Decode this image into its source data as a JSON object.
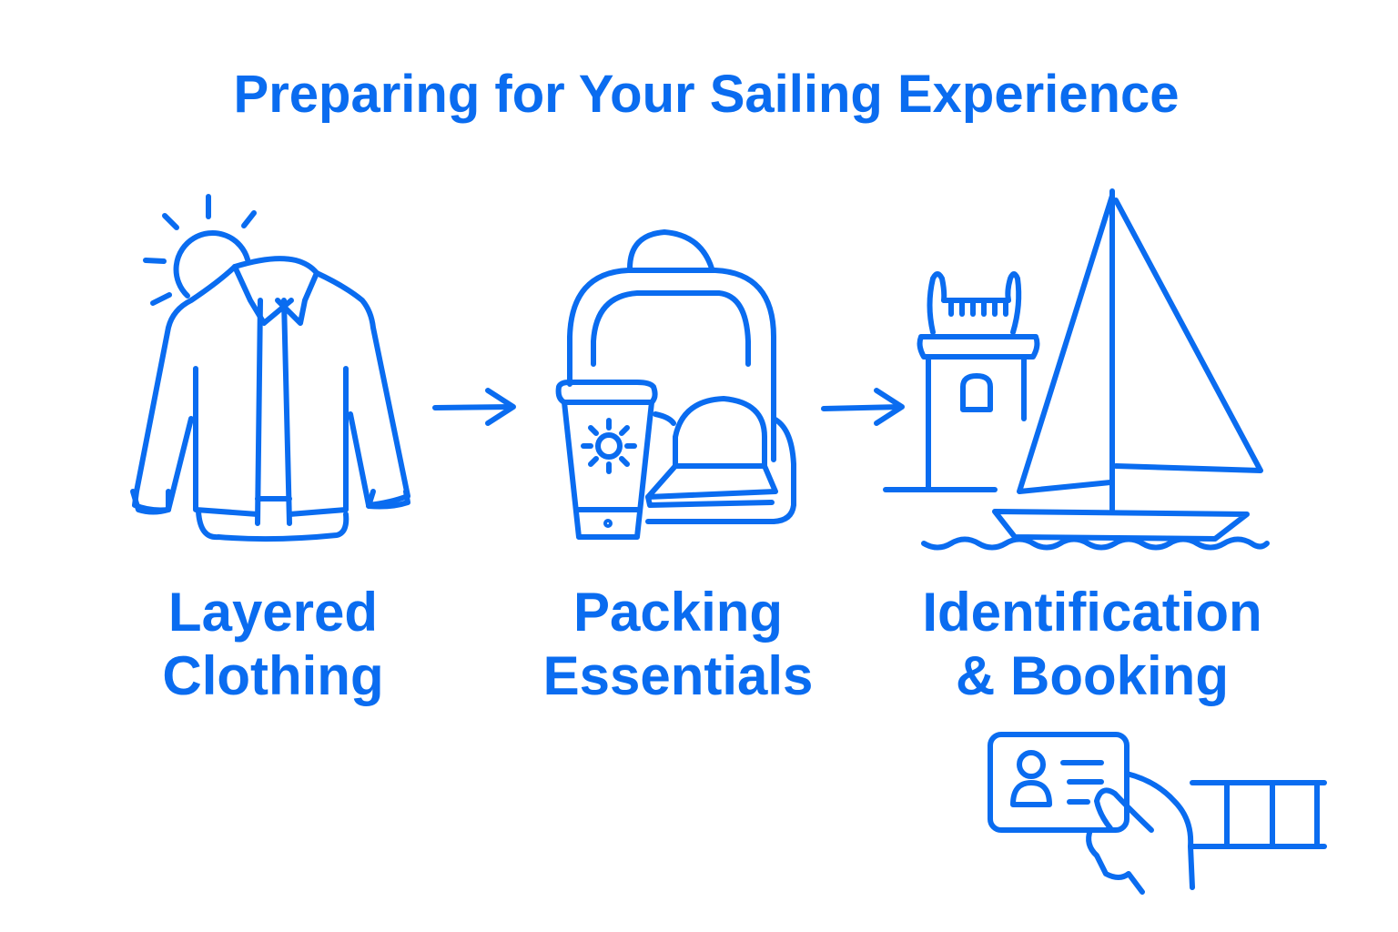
{
  "title": "Preparing for Your Sailing Experience",
  "colors": {
    "accent": "#0a6cf0",
    "background": "#ffffff"
  },
  "steps": [
    {
      "icon": "jacket-with-sun-icon",
      "line1": "Layered",
      "line2": "Clothing"
    },
    {
      "icon": "backpack-sunscreen-cap-icon",
      "line1": "Packing",
      "line2": "Essentials"
    },
    {
      "icon": "tower-sailboat-icon",
      "line1": "Identification",
      "line2": "& Booking"
    }
  ],
  "arrows": [
    {
      "from": "Layered Clothing",
      "to": "Packing Essentials",
      "icon": "arrow-right-icon"
    },
    {
      "from": "Packing Essentials",
      "to": "Identification & Booking",
      "icon": "arrow-right-icon"
    }
  ],
  "extra_icon": "hand-holding-id-card-with-gangway-icon"
}
